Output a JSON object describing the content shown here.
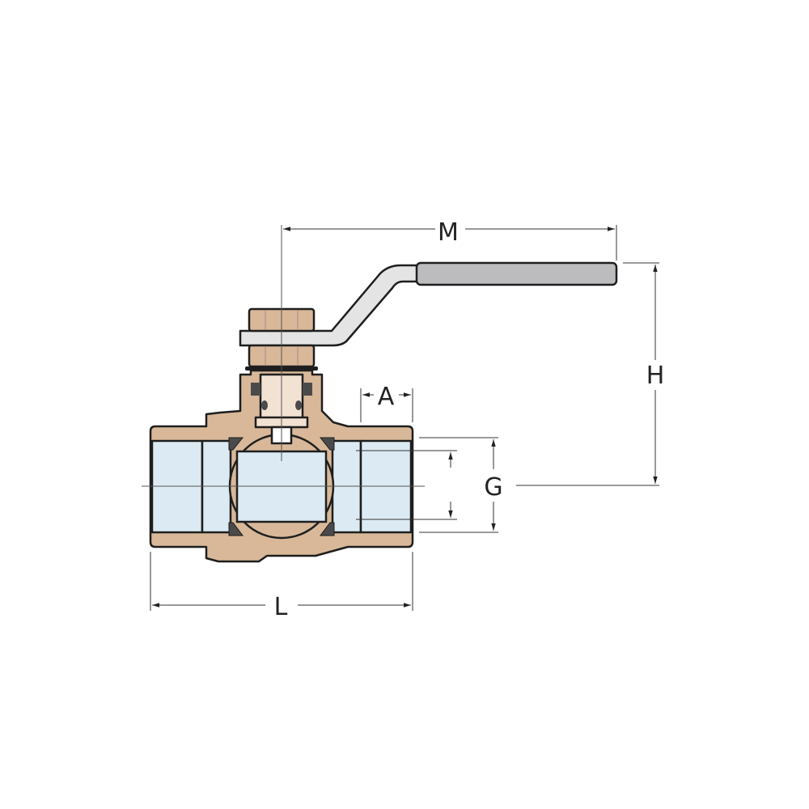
{
  "dimensions": {
    "M": "M",
    "H": "H",
    "A": "A",
    "G": "G",
    "L": "L"
  },
  "colors": {
    "body": "#d8b898",
    "bore": "#dcebf3",
    "handle_grip": "#bcbcbe",
    "handle_bar": "#e4e4e4",
    "stem": "#f2e2d2",
    "seal": "#4a4a4a",
    "outline": "#1e1e1e"
  }
}
